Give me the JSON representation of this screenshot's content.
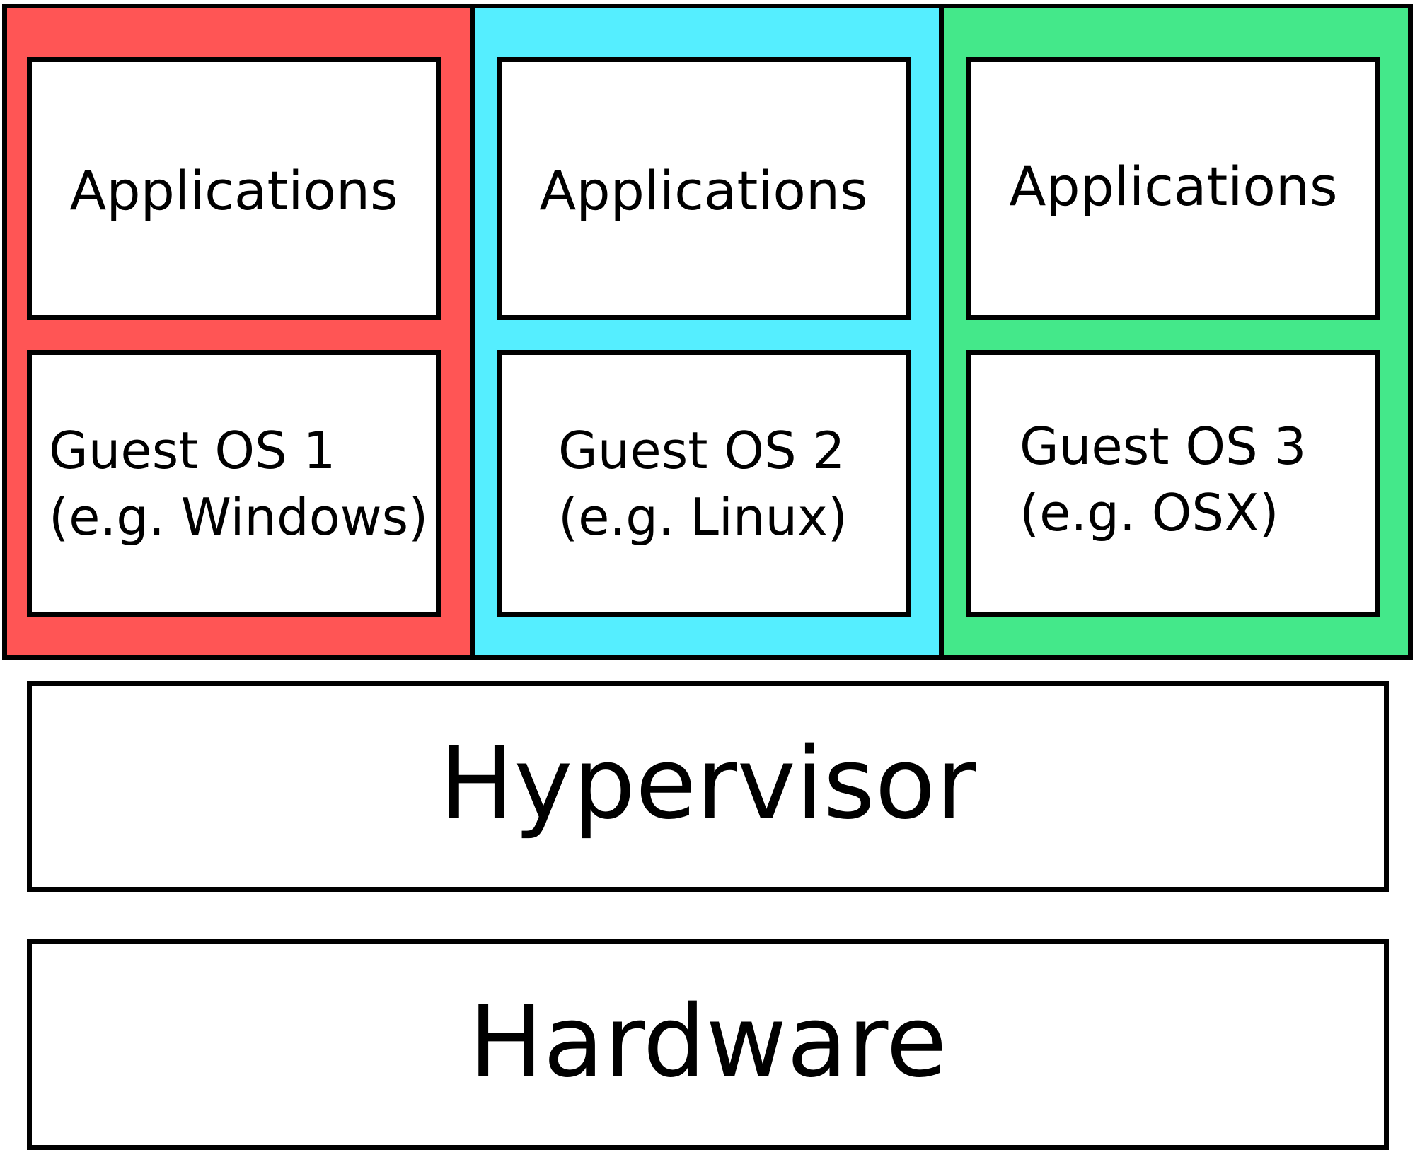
{
  "colors": {
    "vm1_background": "#ff5555",
    "vm2_background": "#55eeff",
    "vm3_background": "#44e88a",
    "border": "#000000",
    "box_background": "#ffffff"
  },
  "vms": [
    {
      "applications_label": "Applications",
      "guest_os_line1": "Guest OS 1",
      "guest_os_line2": "(e.g. Windows)"
    },
    {
      "applications_label": "Applications",
      "guest_os_line1": "Guest OS 2",
      "guest_os_line2": "(e.g. Linux)"
    },
    {
      "applications_label": "Applications",
      "guest_os_line1": "Guest OS 3",
      "guest_os_line2": "(e.g. OSX)"
    }
  ],
  "layers": {
    "hypervisor_label": "Hypervisor",
    "hardware_label": "Hardware"
  }
}
